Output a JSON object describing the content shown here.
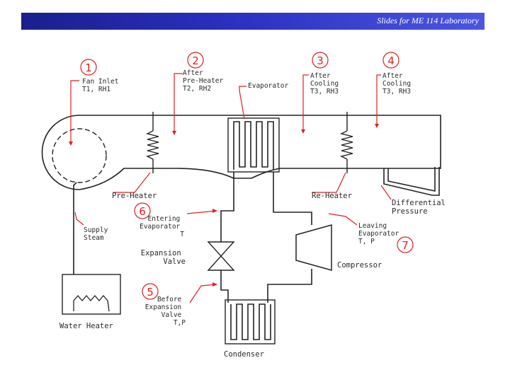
{
  "header": {
    "title": "Slides for ME 114 Laboratory"
  },
  "stations": [
    {
      "number": "1",
      "lines": [
        "Fan Inlet",
        "T1, RH1"
      ]
    },
    {
      "number": "2",
      "lines": [
        "After",
        "Pre-Heater",
        "T2, RH2"
      ]
    },
    {
      "number": "3",
      "lines": [
        "After",
        "Cooling",
        "T3, RH3"
      ]
    },
    {
      "number": "4",
      "lines": [
        "After",
        "Cooling",
        "T3, RH3"
      ]
    },
    {
      "number": "5",
      "lines": [
        "Before",
        "Expansion",
        "Valve",
        "T,P"
      ]
    },
    {
      "number": "6",
      "lines": [
        "Entering",
        "Evaporator",
        "T"
      ]
    },
    {
      "number": "7",
      "lines": [
        "Leaving",
        "Evaporator",
        "T, P"
      ]
    }
  ],
  "components": {
    "evaporator": "Evaporator",
    "pre_heater": "Pre-Heater",
    "re_heater": "Re-Heater",
    "differential_pressure": [
      "Differential",
      "Pressure"
    ],
    "supply_steam": [
      "Supply",
      "Steam"
    ],
    "expansion_valve": [
      "Expansion",
      "Valve"
    ],
    "compressor": "Compressor",
    "water_heater": "Water Heater",
    "condenser": "Condenser"
  },
  "colors": {
    "annotation": "#e02020",
    "header_start": "#1a1f8c",
    "header_end": "#4a56e0"
  }
}
